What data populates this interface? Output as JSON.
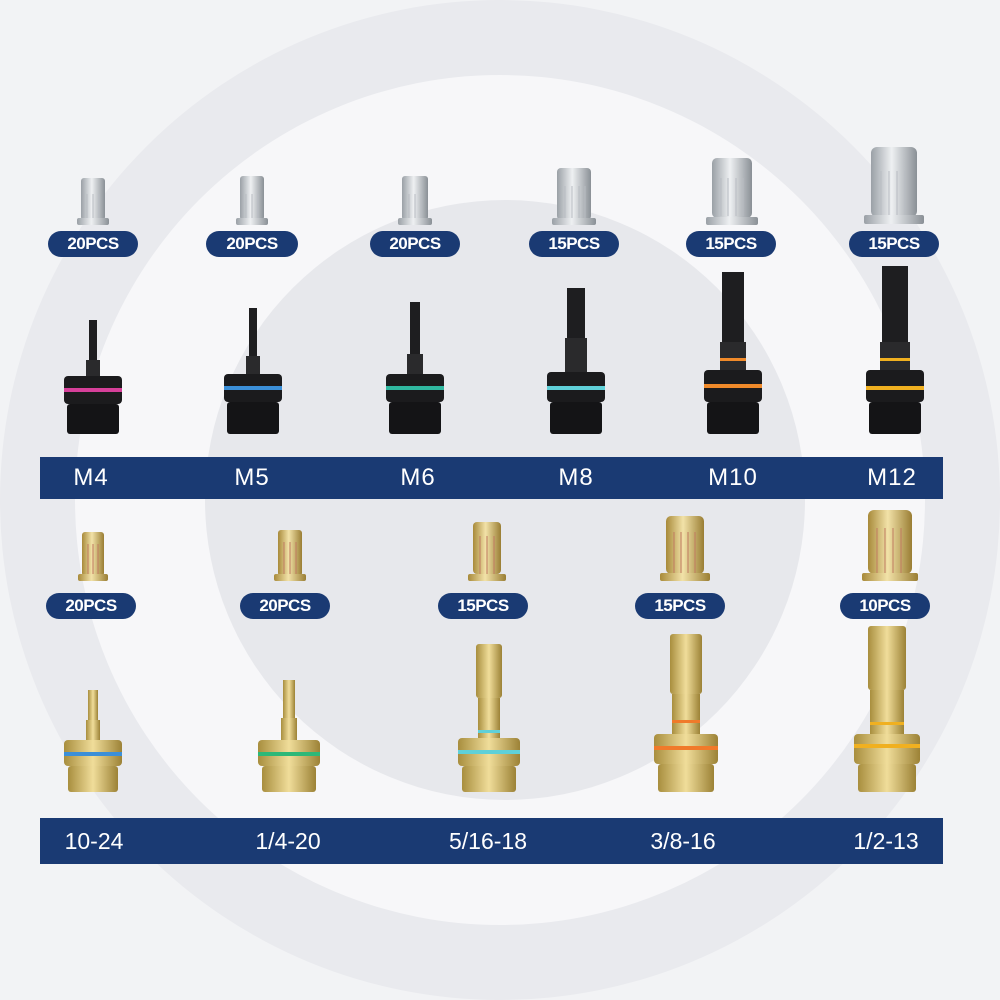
{
  "row1": {
    "quantities": [
      "20PCS",
      "20PCS",
      "20PCS",
      "15PCS",
      "15PCS",
      "15PCS"
    ],
    "sizes": [
      "M4",
      "M5",
      "M6",
      "M8",
      "M10",
      "M12"
    ],
    "ring_colors": [
      "#d6409a",
      "#3b8fd8",
      "#30b8a0",
      "#5fd0d8",
      "#f08a2a",
      "#f0b020"
    ]
  },
  "row2": {
    "quantities": [
      "20PCS",
      "20PCS",
      "15PCS",
      "15PCS",
      "10PCS"
    ],
    "sizes": [
      "10-24",
      "1/4-20",
      "5/16-18",
      "3/8-16",
      "1/2-13"
    ],
    "ring_colors": [
      "#3b8fd8",
      "#2db878",
      "#5fd0d8",
      "#f07a2a",
      "#f0b020"
    ]
  },
  "colors": {
    "badge": "#1a3a73",
    "mandrel_black": "#1b1b1d",
    "mandrel_gold": "#c8a848"
  }
}
